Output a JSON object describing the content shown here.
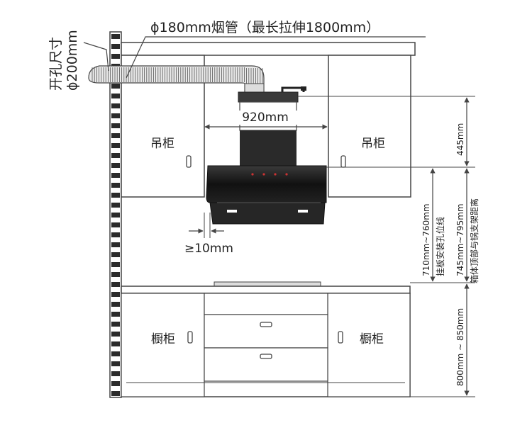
{
  "labels": {
    "duct": "ϕ180mm烟管（最长拉伸1800mm）",
    "hole_title": "开孔尺寸",
    "hole_size": "ϕ200mm",
    "hood_width": "920mm",
    "gap": "≥10mm",
    "wall_cabinet_left": "吊柜",
    "wall_cabinet_right": "吊柜",
    "base_cabinet_left": "橱柜",
    "base_cabinet_right": "橱柜",
    "top_clearance": "445mm",
    "mount_range": "710mm~760mm",
    "mount_desc": "挂板安装孔位线",
    "hob_range": "745mm~795mm",
    "hob_desc": "箱体顶部与锅支架距离",
    "counter_range": "800mm ~ 850mm"
  },
  "colors": {
    "line": "#444444",
    "wall": "#f2f2f2",
    "hood_glass": "#1c1c1c",
    "panel": "#2e2e2e"
  }
}
